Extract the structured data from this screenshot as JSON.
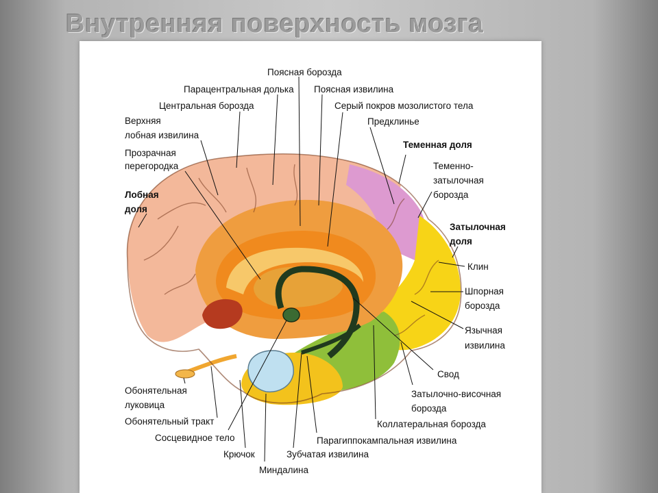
{
  "title": "Внутренняя поверхность мозга",
  "colors": {
    "frontal": "#f3b89a",
    "cingulate": "#ef9d3f",
    "limbic_inner": "#f08a1e",
    "callosum": "#f7c86a",
    "parietal": "#dd9ad0",
    "occipital": "#f7d417",
    "parahippocampal": "#f3c21c",
    "collateral": "#8fbf3a",
    "fornix": "#203a1e",
    "amygdala": "#bfe0f0"
  },
  "labels": {
    "cingulate_sulcus": "Поясная борозда",
    "paracentral_lobule": "Парацентральная долька",
    "cingulate_gyrus": "Поясная извилина",
    "central_sulcus": "Центральная борозда",
    "indusium": "Серый покров мозолистого тела",
    "sup_frontal_1": "Верхняя",
    "sup_frontal_2": "лобная извилина",
    "precuneus": "Предклинье",
    "parietal_lobe": "Теменная доля",
    "septum_1": "Прозрачная",
    "septum_2": "перегородка",
    "po_sulcus_1": "Теменно-",
    "po_sulcus_2": "затылочная",
    "po_sulcus_3": "борозда",
    "frontal_lobe_1": "Лобная",
    "frontal_lobe_2": "доля",
    "occipital_lobe_1": "Затылочная",
    "occipital_lobe_2": "доля",
    "cuneus": "Клин",
    "calcarine_1": "Шпорная",
    "calcarine_2": "борозда",
    "lingual_1": "Язычная",
    "lingual_2": "извилина",
    "fornix": "Свод",
    "olf_bulb_1": "Обонятельная",
    "olf_bulb_2": "луковица",
    "ot_sulcus_1": "Затылочно-височная",
    "ot_sulcus_2": "борозда",
    "olf_tract": "Обонятельный тракт",
    "collateral_sulcus": "Коллатеральная борозда",
    "mammillary": "Сосцевидное тело",
    "parahippocampal": "Парагиппокампальная извилина",
    "uncus": "Крючок",
    "dentate": "Зубчатая извилина",
    "amygdala": "Миндалина"
  }
}
